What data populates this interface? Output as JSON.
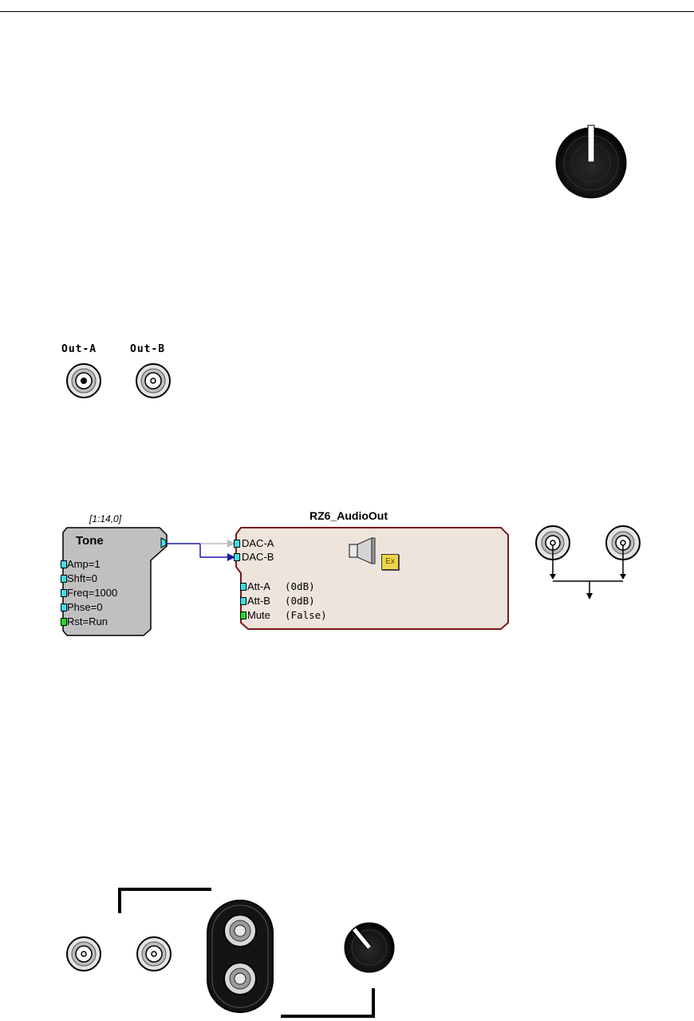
{
  "bnc_labels": {
    "out_a": "Out-A",
    "out_b": "Out-B"
  },
  "tone_block": {
    "index": "[1:14,0]",
    "title": "Tone",
    "params": [
      "Amp=1",
      "Shft=0",
      "Freq=1000",
      "Phse=0",
      "Rst=Run"
    ]
  },
  "audio_out_block": {
    "title": "RZ6_AudioOut",
    "inputs": [
      "DAC-A",
      "DAC-B"
    ],
    "params": [
      {
        "name": "Att-A",
        "value": "(0dB)"
      },
      {
        "name": "Att-B",
        "value": "(0dB)"
      },
      {
        "name": "Mute",
        "value": "(False)"
      }
    ],
    "icon": "speaker-icon",
    "badge_text": "Ex"
  },
  "colors": {
    "block_gray": "#c0c0c0",
    "audio_block_fill": "#ede4dc",
    "audio_block_border": "#7a1a1a",
    "wire_blue": "#1a1aa8",
    "wire_gray": "#bcbcbc",
    "port_cyan": "#3ce0e8",
    "port_green": "#22dd22"
  }
}
